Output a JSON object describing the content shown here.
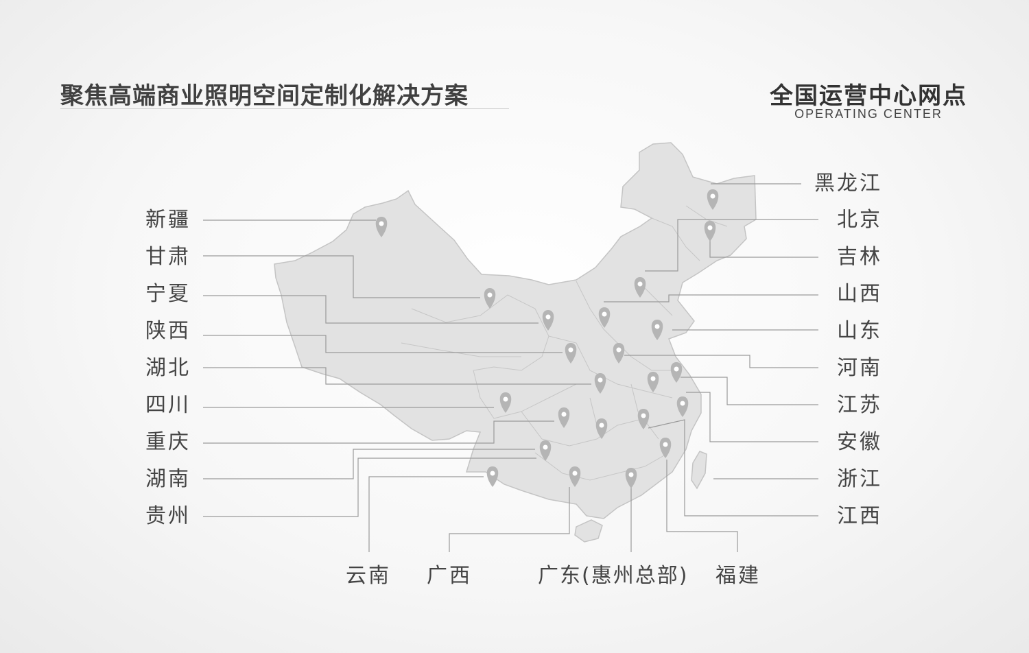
{
  "headline": "聚焦高端商业照明空间定制化解决方案",
  "center": {
    "title": "全国运营中心网点",
    "subtitle": "OPERATING CENTER"
  },
  "left_labels": [
    "新疆",
    "甘肃",
    "宁夏",
    "陕西",
    "湖北",
    "四川",
    "重庆",
    "湖南",
    "贵州"
  ],
  "right_labels": [
    "黑龙江",
    "北京",
    "吉林",
    "山西",
    "山东",
    "河南",
    "江苏",
    "安徽",
    "浙江",
    "江西"
  ],
  "bottom_labels": [
    "云南",
    "广西",
    "广东(惠州总部)",
    "福建"
  ],
  "colors": {
    "map_fill": "#e3e3e3",
    "map_stroke": "#bdbdbd",
    "pin": "#b8b8b8",
    "line": "#9a9a9a"
  }
}
